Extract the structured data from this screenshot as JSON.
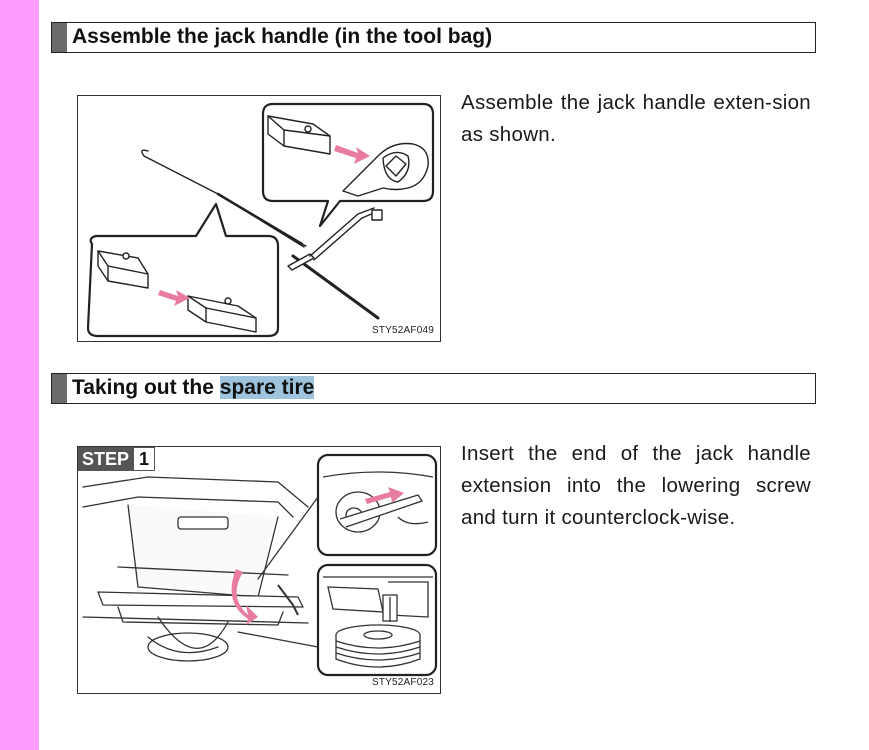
{
  "section1": {
    "title": "Assemble the jack handle (in the tool bag)",
    "figure_code": "STY52AF049",
    "text": "Assemble the jack handle exten-sion as shown."
  },
  "section2": {
    "title_plain": "Taking out the ",
    "title_highlight": "spare tire",
    "step_label": "STEP",
    "step_number": "1",
    "figure_code": "STY52AF023",
    "text": "Insert the end of the jack handle extension into the lowering screw and turn it counterclock-wise."
  },
  "colors": {
    "margin_strip": "#ff9cff",
    "highlight": "#9dc3dd",
    "arrow_pink": "#e87ca0",
    "header_bar": "#6b6b6b"
  }
}
